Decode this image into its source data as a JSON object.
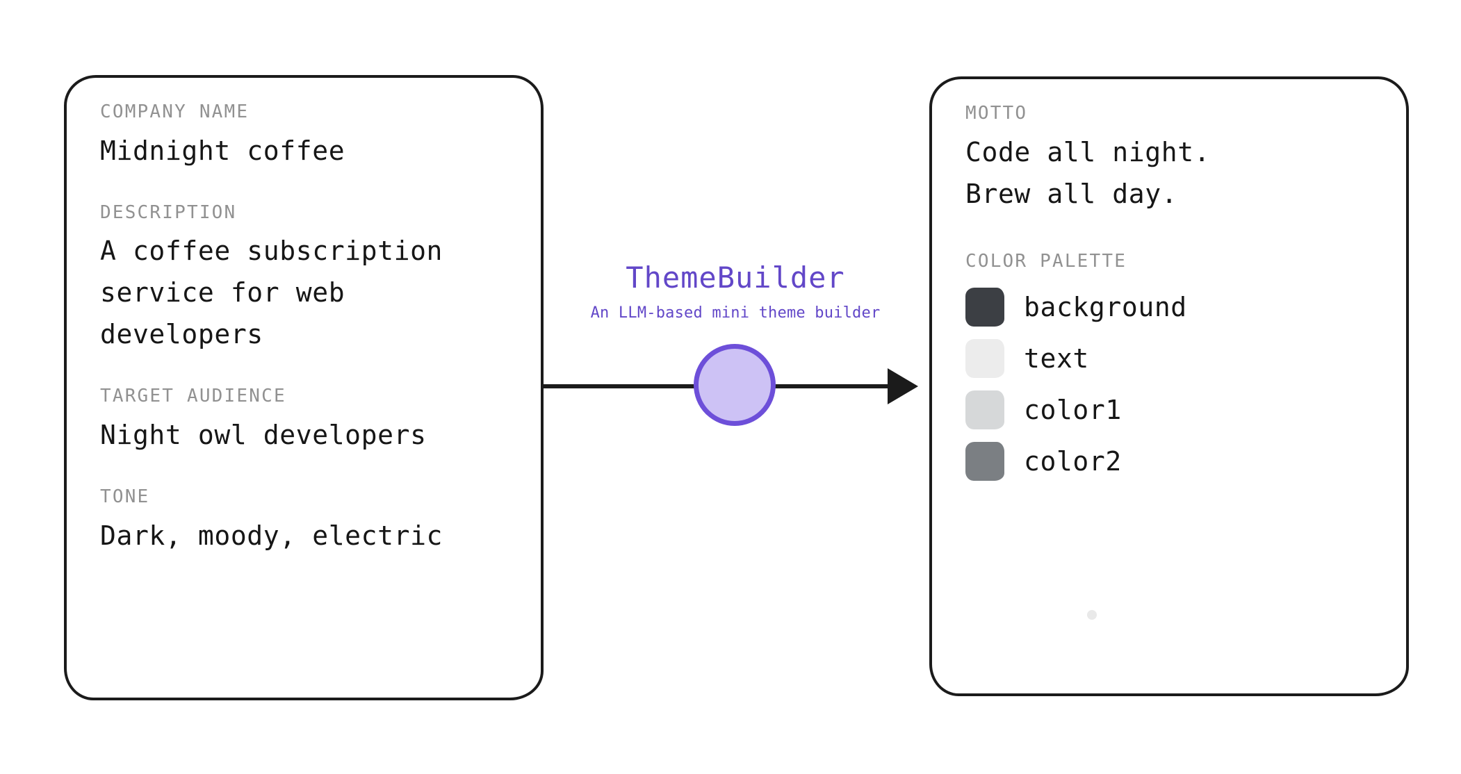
{
  "brand": {
    "title": "ThemeBuilder",
    "subtitle": "An LLM-based mini theme builder",
    "accent_color": "#6247c8",
    "node_fill": "#cdc2f5",
    "node_border": "#6d4fd9"
  },
  "input_panel": {
    "fields": [
      {
        "label": "COMPANY NAME",
        "value": "Midnight coffee"
      },
      {
        "label": "DESCRIPTION",
        "value": "A coffee subscription\nservice for web\ndevelopers"
      },
      {
        "label": "TARGET AUDIENCE",
        "value": "Night owl developers"
      },
      {
        "label": "TONE",
        "value": "Dark, moody, electric"
      }
    ]
  },
  "output_panel": {
    "motto": {
      "label": "MOTTO",
      "value": "Code all night.\nBrew all day."
    },
    "palette": {
      "label": "COLOR PALETTE",
      "swatches": [
        {
          "name": "background",
          "color": "#3c3f44"
        },
        {
          "name": "text",
          "color": "#ececec"
        },
        {
          "name": "color1",
          "color": "#d6d8d9"
        },
        {
          "name": "color2",
          "color": "#7b7f83"
        }
      ]
    }
  }
}
